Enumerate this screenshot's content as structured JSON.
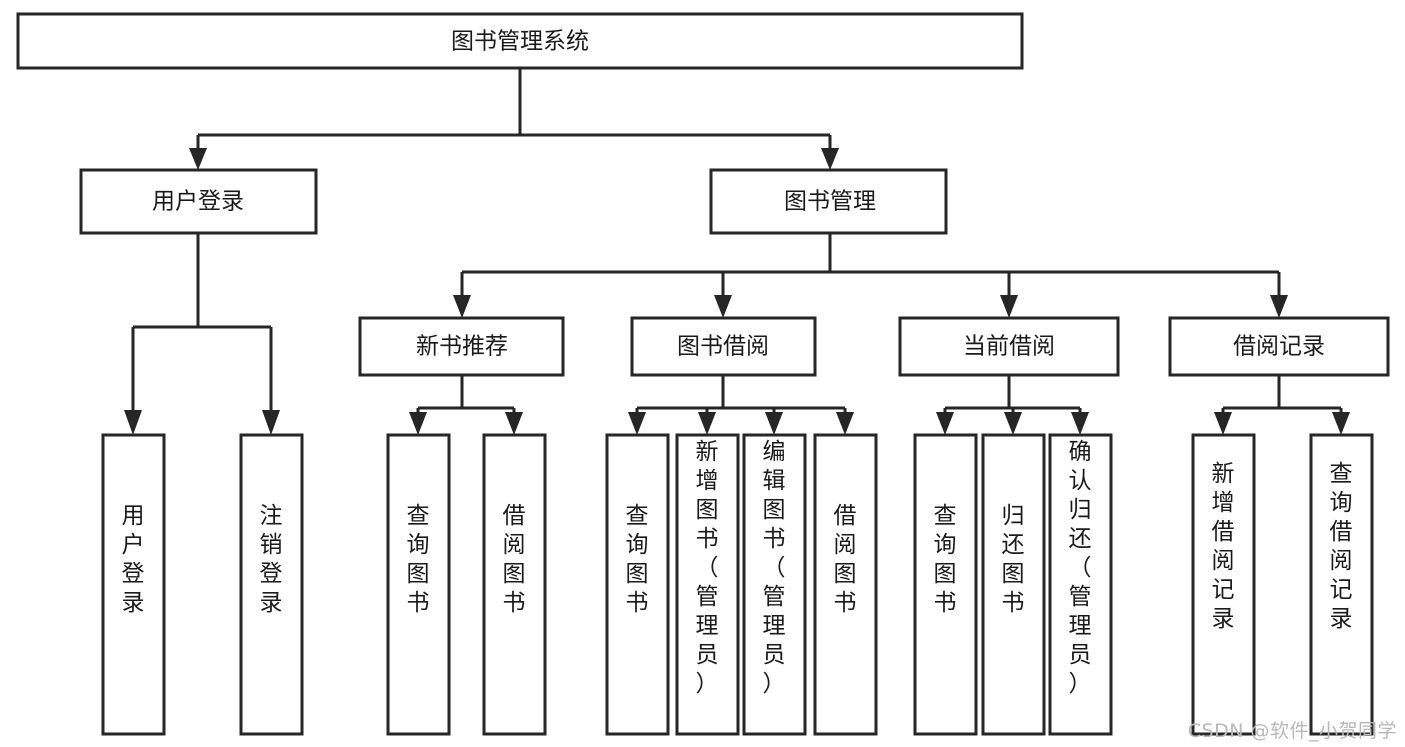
{
  "diagram": {
    "title": "图书管理系统",
    "type": "hierarchy-tree",
    "watermark": "CSDN @软件_小贺同学",
    "colors": {
      "box_stroke": "#262626",
      "box_fill": "#ffffff",
      "text": "#1a1a1a",
      "background": "#ffffff",
      "watermark": "#b8b8b8"
    },
    "root": {
      "label": "图书管理系统"
    },
    "level2": [
      {
        "label": "用户登录"
      },
      {
        "label": "图书管理"
      }
    ],
    "level3": [
      {
        "label": "新书推荐"
      },
      {
        "label": "图书借阅"
      },
      {
        "label": "当前借阅"
      },
      {
        "label": "借阅记录"
      }
    ],
    "leaves": {
      "user_login": [
        {
          "label": "用户登录"
        },
        {
          "label": "注销登录"
        }
      ],
      "new_book_recommend": [
        {
          "label": "查询图书"
        },
        {
          "label": "借阅图书"
        }
      ],
      "book_borrow": [
        {
          "label": "查询图书"
        },
        {
          "label": "新增图书（管理员）"
        },
        {
          "label": "编辑图书（管理员）"
        },
        {
          "label": "借阅图书"
        }
      ],
      "current_borrow": [
        {
          "label": "查询图书"
        },
        {
          "label": "归还图书"
        },
        {
          "label": "确认归还（管理员）"
        }
      ],
      "borrow_record": [
        {
          "label": "新增借阅记录"
        },
        {
          "label": "查询借阅记录"
        }
      ]
    }
  }
}
